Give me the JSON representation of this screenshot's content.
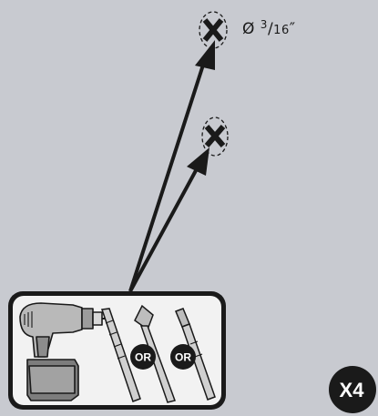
{
  "diameter": {
    "symbol": "Ø",
    "numerator": "3",
    "slash": "/",
    "denominator": "16",
    "unit": "″"
  },
  "tool_options": [
    "OR",
    "OR"
  ],
  "quantity": "X4",
  "colors": {
    "background": "#c8cad0",
    "line": "#1a1a1a",
    "panel": "#f2f2f2",
    "badge": "#1a1a1a"
  },
  "icons": [
    "drill-icon",
    "masonry-drill-bit-icon",
    "tile-drill-bit-icon",
    "screwdriver-bit-icon"
  ]
}
